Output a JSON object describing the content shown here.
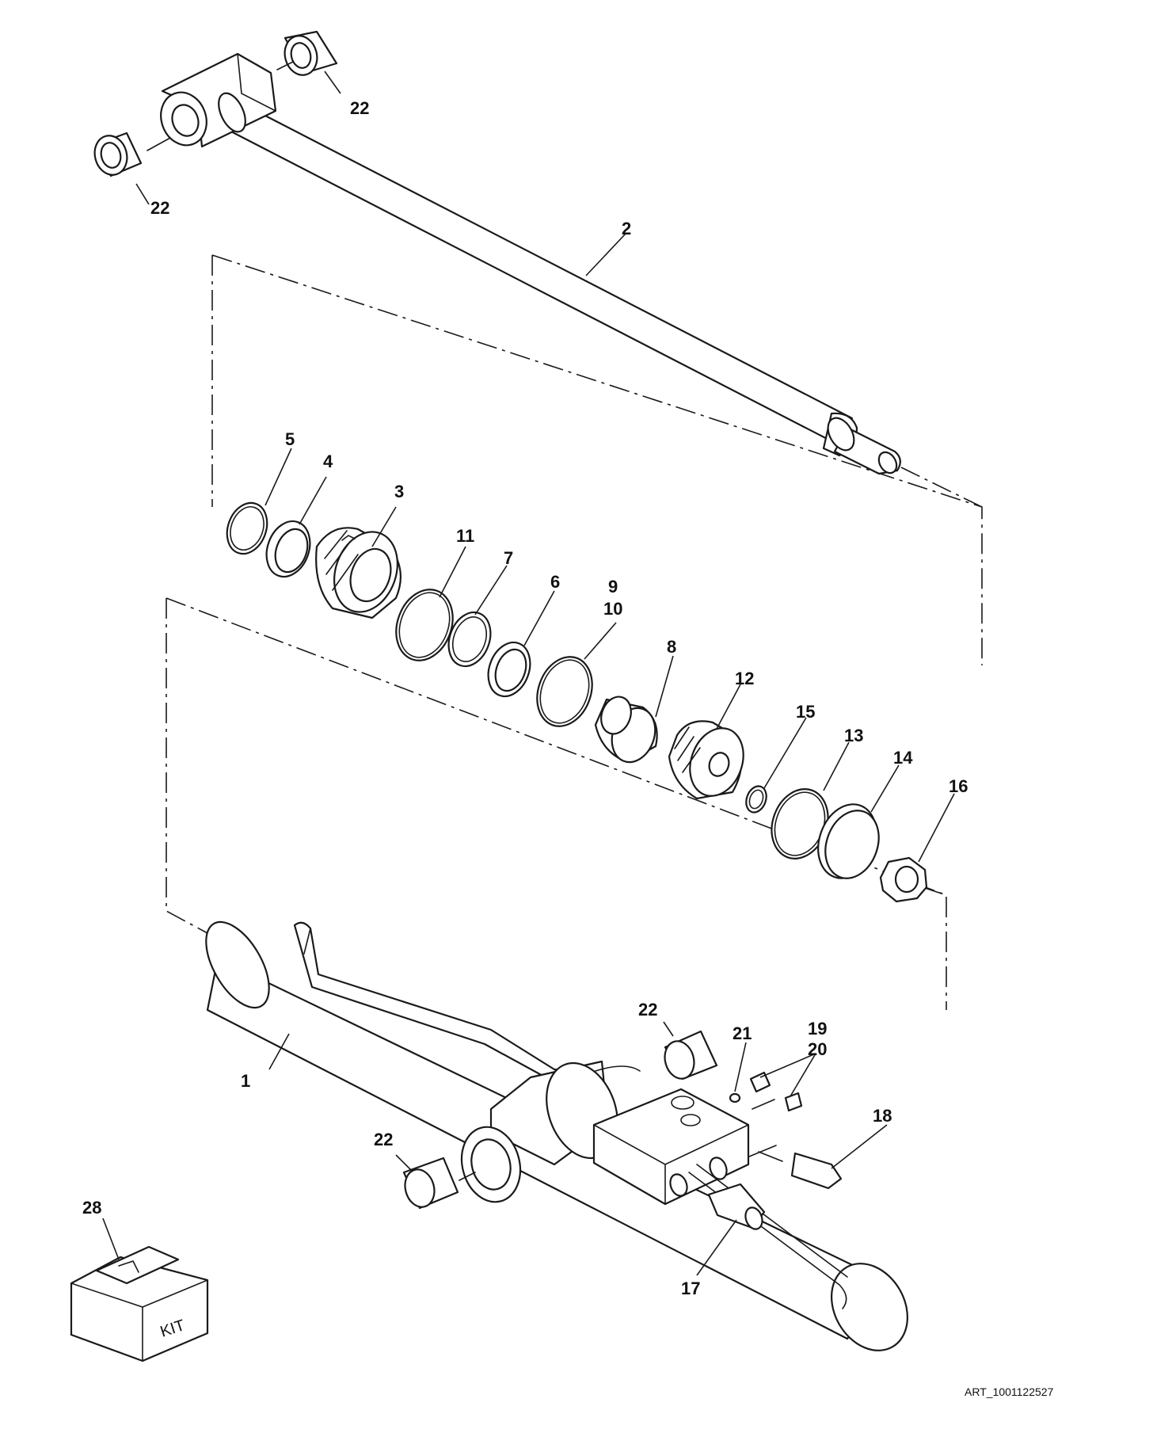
{
  "diagram": {
    "art_code": "ART_1001122527",
    "kit_label": "KIT",
    "callouts": [
      {
        "id": "c22a",
        "label": "22"
      },
      {
        "id": "c22b",
        "label": "22"
      },
      {
        "id": "c2",
        "label": "2"
      },
      {
        "id": "c5",
        "label": "5"
      },
      {
        "id": "c4",
        "label": "4"
      },
      {
        "id": "c3",
        "label": "3"
      },
      {
        "id": "c11",
        "label": "11"
      },
      {
        "id": "c7",
        "label": "7"
      },
      {
        "id": "c6",
        "label": "6"
      },
      {
        "id": "c9",
        "label": "9"
      },
      {
        "id": "c10",
        "label": "10"
      },
      {
        "id": "c8",
        "label": "8"
      },
      {
        "id": "c12",
        "label": "12"
      },
      {
        "id": "c15",
        "label": "15"
      },
      {
        "id": "c13",
        "label": "13"
      },
      {
        "id": "c14",
        "label": "14"
      },
      {
        "id": "c16",
        "label": "16"
      },
      {
        "id": "c22c",
        "label": "22"
      },
      {
        "id": "c21",
        "label": "21"
      },
      {
        "id": "c19",
        "label": "19"
      },
      {
        "id": "c20",
        "label": "20"
      },
      {
        "id": "c1",
        "label": "1"
      },
      {
        "id": "c18",
        "label": "18"
      },
      {
        "id": "c22d",
        "label": "22"
      },
      {
        "id": "c28",
        "label": "28"
      },
      {
        "id": "c17",
        "label": "17"
      }
    ]
  }
}
